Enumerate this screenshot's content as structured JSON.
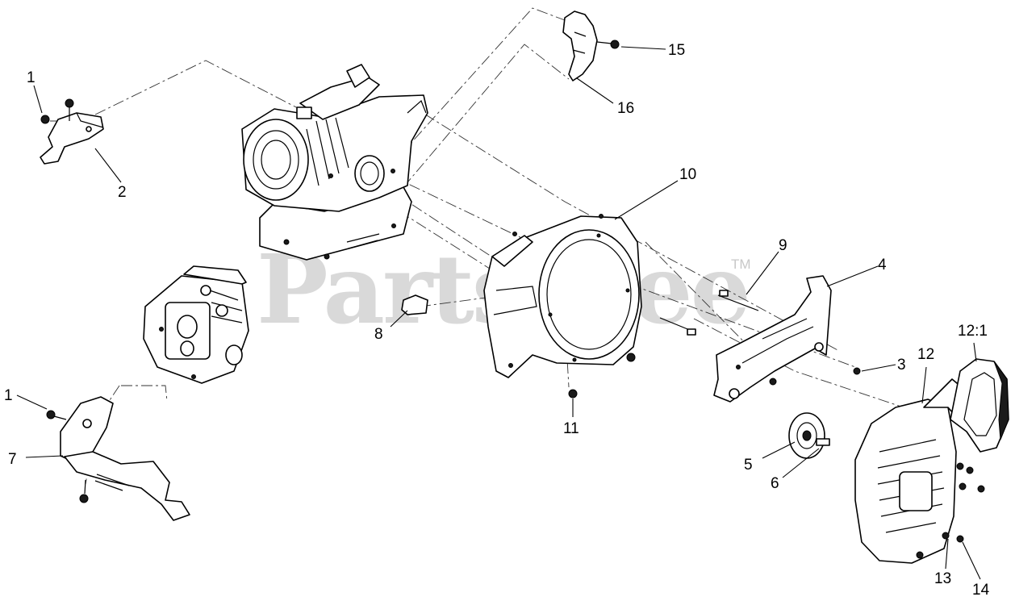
{
  "watermark": {
    "brand": "PartsTree",
    "trademark": "TM"
  },
  "callouts": [
    {
      "id": "c1a",
      "label": "1"
    },
    {
      "id": "c2",
      "label": "2"
    },
    {
      "id": "c1b",
      "label": "1"
    },
    {
      "id": "c7",
      "label": "7"
    },
    {
      "id": "c8",
      "label": "8"
    },
    {
      "id": "c10",
      "label": "10"
    },
    {
      "id": "c11",
      "label": "11"
    },
    {
      "id": "c9",
      "label": "9"
    },
    {
      "id": "c4",
      "label": "4"
    },
    {
      "id": "c3",
      "label": "3"
    },
    {
      "id": "c5",
      "label": "5"
    },
    {
      "id": "c6",
      "label": "6"
    },
    {
      "id": "c12",
      "label": "12"
    },
    {
      "id": "c121",
      "label": "12:1"
    },
    {
      "id": "c13",
      "label": "13"
    },
    {
      "id": "c14",
      "label": "14"
    },
    {
      "id": "c15",
      "label": "15"
    },
    {
      "id": "c16",
      "label": "16"
    }
  ]
}
